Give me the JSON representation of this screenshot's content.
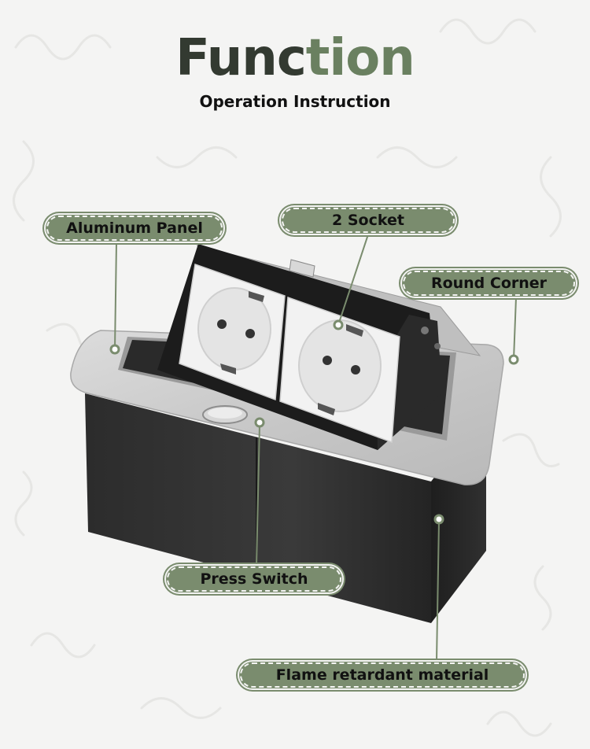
{
  "header": {
    "title_part1": "Func",
    "title_part2": "tion",
    "subtitle": "Operation Instruction"
  },
  "callouts": {
    "aluminum_panel": "Aluminum Panel",
    "socket": "2 Socket",
    "round_corner": "Round Corner",
    "press_switch": "Press Switch",
    "flame_retardant": "Flame retardant material"
  },
  "colors": {
    "label_fill": "#7a8c6e",
    "title_dark": "#333a31",
    "title_green": "#6a8060",
    "background": "#f4f4f3"
  }
}
